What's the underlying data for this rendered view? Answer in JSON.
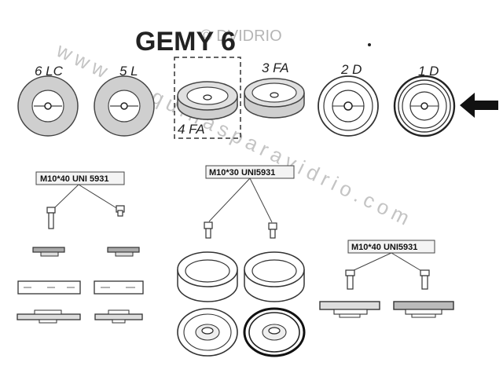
{
  "title": "GEMY 6",
  "watermark_top": "© DVIDRIO",
  "watermark_diagonal": "www.maquinasparavidrio.com",
  "wheels": [
    {
      "label": "6 LC"
    },
    {
      "label": "5 L"
    },
    {
      "label": "3 FA"
    },
    {
      "label": "4 FA"
    },
    {
      "label": "2 D"
    },
    {
      "label": "1 D"
    }
  ],
  "bolt_labels": {
    "left": "M10*40 UNI 5931",
    "middle": "M10*30 UNI5931",
    "right": "M10*40 UNI5931"
  },
  "colors": {
    "ink": "#222222",
    "wheel_fill": "#cfcfcf",
    "wheel_ring": "#9a9a9a",
    "watermark": "#b8b8b8"
  },
  "icons": {
    "arrow": "arrow-left-icon"
  }
}
